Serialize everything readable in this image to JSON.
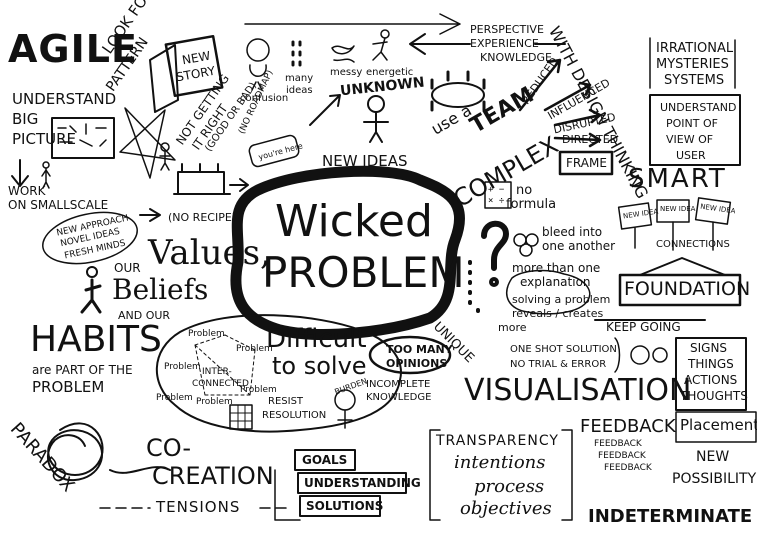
{
  "colors": {
    "ink": "#111111",
    "paper": "#ffffff"
  },
  "center": {
    "line1": "Wicked",
    "line2": "PROBLEM"
  },
  "agile": {
    "title": "AGILE",
    "understand": "UNDERSTAND",
    "big": "BIG",
    "picture": "PICTURE",
    "work_on": "WORK",
    "small_scale": "ON SMALLSCALE"
  },
  "look": {
    "look_for": "LOOK FOR",
    "pattern": "PATTERN",
    "new_story_1": "NEW",
    "new_story_2": "STORY",
    "not_getting": "NOT GETTING",
    "it_right": "IT RIGHT",
    "good_or_bad": "(GOOD OR BAD)"
  },
  "confusion": {
    "label": "confusion",
    "many_ideas_1": "many",
    "many_ideas_2": "ideas",
    "messy": "messy",
    "energetic": "energetic",
    "no_roadmap": "(NO ROADMAP)",
    "youre_here": "you're here",
    "unknown": "UNKNOWN",
    "new_ideas": "NEW IDEAS"
  },
  "perspective": {
    "l1": "PERSPECTIVE",
    "l2": "EXPERIENCE",
    "l3": "KNOWLEDGE"
  },
  "team": {
    "use_a": "use a",
    "team": "TEAM"
  },
  "complex": {
    "label": "COMPLEX",
    "reduced": "REDUCED",
    "influenced": "INFLUENCED",
    "disrupted": "DISRUPTED",
    "directed": "DIRECTED"
  },
  "design": {
    "arc": "WITH DESIGN THINKING"
  },
  "irrational": {
    "l1": "IRRATIONAL",
    "l2": "MYSTERIES",
    "l3": "SYSTEMS",
    "u1": "UNDERSTAND",
    "u2": "POINT OF",
    "u3": "VIEW OF",
    "u4": "USER"
  },
  "frame": {
    "label": "FRAME"
  },
  "smart": {
    "label": "SMART",
    "flag1": "NEW IDEA",
    "flag2": "NEW IDEA",
    "flag3": "NEW IDEA",
    "connections": "CONNECTIONS",
    "foundation": "FOUNDATION"
  },
  "cake": {
    "no_recipe": "(NO RECIPE)",
    "bubble_1": "NEW APPROACH",
    "bubble_2": "NOVEL IDEAS",
    "bubble_3": "FRESH MINDS"
  },
  "formula": {
    "symbols": "+ −\n× ÷",
    "no": "no",
    "formula": "formula",
    "bleed_1": "bleed into",
    "bleed_2": "one another",
    "more_1": "more than one",
    "more_2": "explanation",
    "solving_1": "solving a problem",
    "solving_2": "reveals / creates",
    "solving_3": "more",
    "unique": "UNIQUE"
  },
  "values": {
    "values": "Values,",
    "our": "OUR",
    "beliefs": "Beliefs",
    "and_our": "AND OUR",
    "habits": "HABITS",
    "are_part": "are PART OF THE",
    "problem": "PROBLEM"
  },
  "difficult": {
    "difficult": "Difficult",
    "to_solve": "to solve",
    "too_many_1": "TOO MANY",
    "too_many_2": "OPINIONS",
    "burden": "BURDEN",
    "incomplete_1": "INCOMPLETE",
    "incomplete_2": "KNOWLEDGE",
    "resist_1": "RESIST",
    "resist_2": "RESOLUTION",
    "problem": "Problem",
    "inter_1": "INTER-",
    "inter_2": "CONNECTED"
  },
  "keep_going": "KEEP GOING",
  "one_shot": {
    "l1": "ONE SHOT SOLUTION",
    "l2": "NO TRIAL & ERROR"
  },
  "signs": {
    "l1": "SIGNS",
    "l2": "THINGS",
    "l3": "ACTIONS",
    "l4": "THOUGHTS"
  },
  "visualisation": "VISUALISATION",
  "feedback": {
    "big": "FEEDBACK",
    "small": "FEEDBACK"
  },
  "placements": {
    "l1": "Placements",
    "l2": "NEW",
    "l3": "POSSIBILITY"
  },
  "transparency": {
    "title": "TRANSPARENCY",
    "l1": "intentions",
    "l2": "process",
    "l3": "objectives"
  },
  "indeterminate": "INDETERMINATE",
  "goals": {
    "goals": "GOALS",
    "understanding": "UNDERSTANDING",
    "solutions": "SOLUTIONS"
  },
  "paradox": "PARADOX",
  "cocreation": {
    "l1": "CO-",
    "l2": "CREATION"
  },
  "tensions": "TENSIONS"
}
